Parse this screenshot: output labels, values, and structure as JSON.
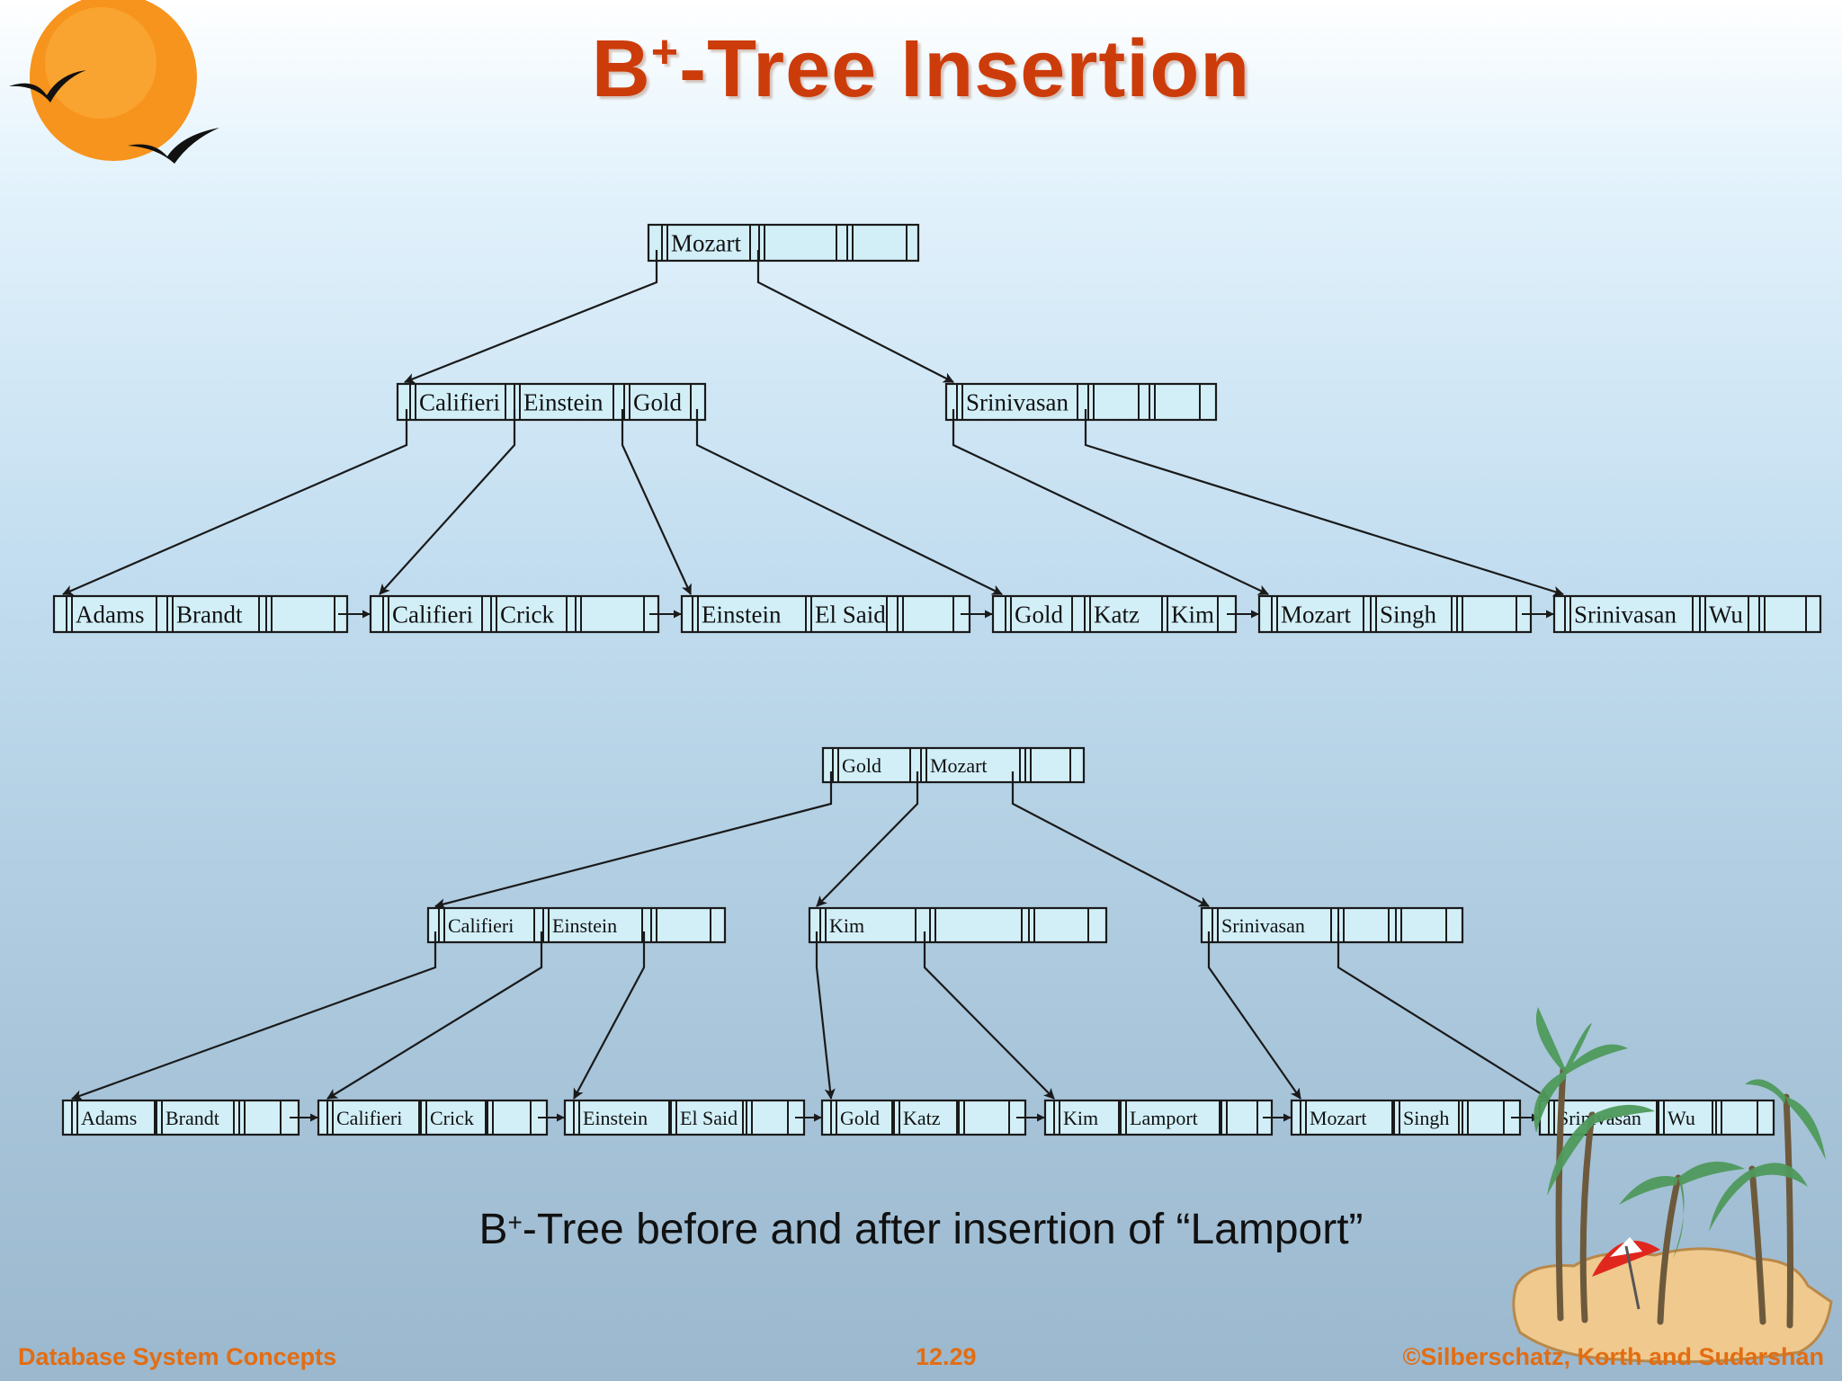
{
  "title": {
    "main": "B",
    "sup": "+",
    "rest": "-Tree  Insertion"
  },
  "caption": {
    "pre": "B",
    "sup": "+",
    "rest": "-Tree before and after insertion of “Lamport”"
  },
  "footer": {
    "left": "Database System Concepts",
    "center": "12.29",
    "right": "©Silberschatz, Korth and Sudarshan"
  },
  "colors": {
    "title": "#cc3c0a",
    "footer": "#e26d13",
    "node_fill": "#d2eff8",
    "sun": "#f7941d"
  },
  "decor": {
    "logo": "sun-with-birds",
    "clipart": "palm-tree-island-with-umbrella"
  },
  "before": {
    "root": [
      "Mozart",
      "",
      ""
    ],
    "internal": [
      [
        "Califieri",
        "Einstein",
        "Gold"
      ],
      [
        "Srinivasan",
        "",
        ""
      ]
    ],
    "leaves": [
      [
        "Adams",
        "Brandt",
        ""
      ],
      [
        "Califieri",
        "Crick",
        ""
      ],
      [
        "Einstein",
        "El Said",
        ""
      ],
      [
        "Gold",
        "Katz",
        "Kim"
      ],
      [
        "Mozart",
        "Singh",
        ""
      ],
      [
        "Srinivasan",
        "Wu",
        ""
      ]
    ]
  },
  "after": {
    "root": [
      "Gold",
      "Mozart",
      ""
    ],
    "internal": [
      [
        "Califieri",
        "Einstein",
        ""
      ],
      [
        "Kim",
        "",
        ""
      ],
      [
        "Srinivasan",
        "",
        ""
      ]
    ],
    "leaves": [
      [
        "Adams",
        "Brandt",
        ""
      ],
      [
        "Califieri",
        "Crick",
        ""
      ],
      [
        "Einstein",
        "El Said",
        ""
      ],
      [
        "Gold",
        "Katz",
        ""
      ],
      [
        "Kim",
        "Lamport",
        ""
      ],
      [
        "Mozart",
        "Singh",
        ""
      ],
      [
        "Srinivasan",
        "Wu",
        ""
      ]
    ]
  }
}
